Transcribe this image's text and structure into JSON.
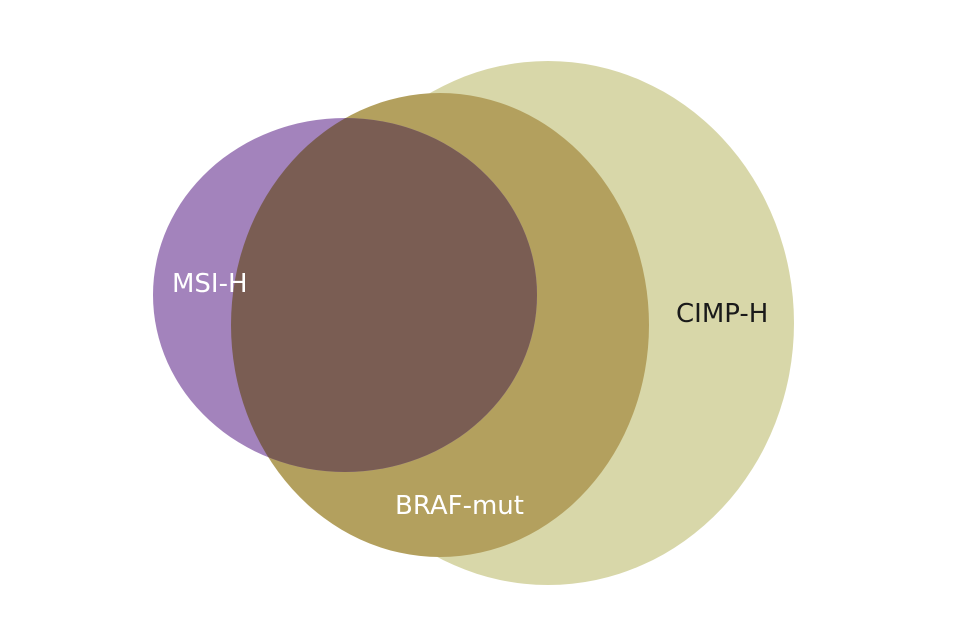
{
  "venn": {
    "sets": [
      {
        "id": "cimp",
        "label": "CIMP-H",
        "fill": "#d8d7a9",
        "label_color": "#1a1a1a"
      },
      {
        "id": "braf",
        "label": "BRAF-mut",
        "fill": "#b3a05e",
        "label_color": "#ffffff"
      },
      {
        "id": "msi",
        "label": "MSI-H",
        "fill": "#a383bc",
        "label_color": "#ffffff"
      }
    ],
    "overlap_msi_braf_fill": "#7a5d53",
    "overlap_msi_cimp_fill": "#9f8ea0"
  }
}
